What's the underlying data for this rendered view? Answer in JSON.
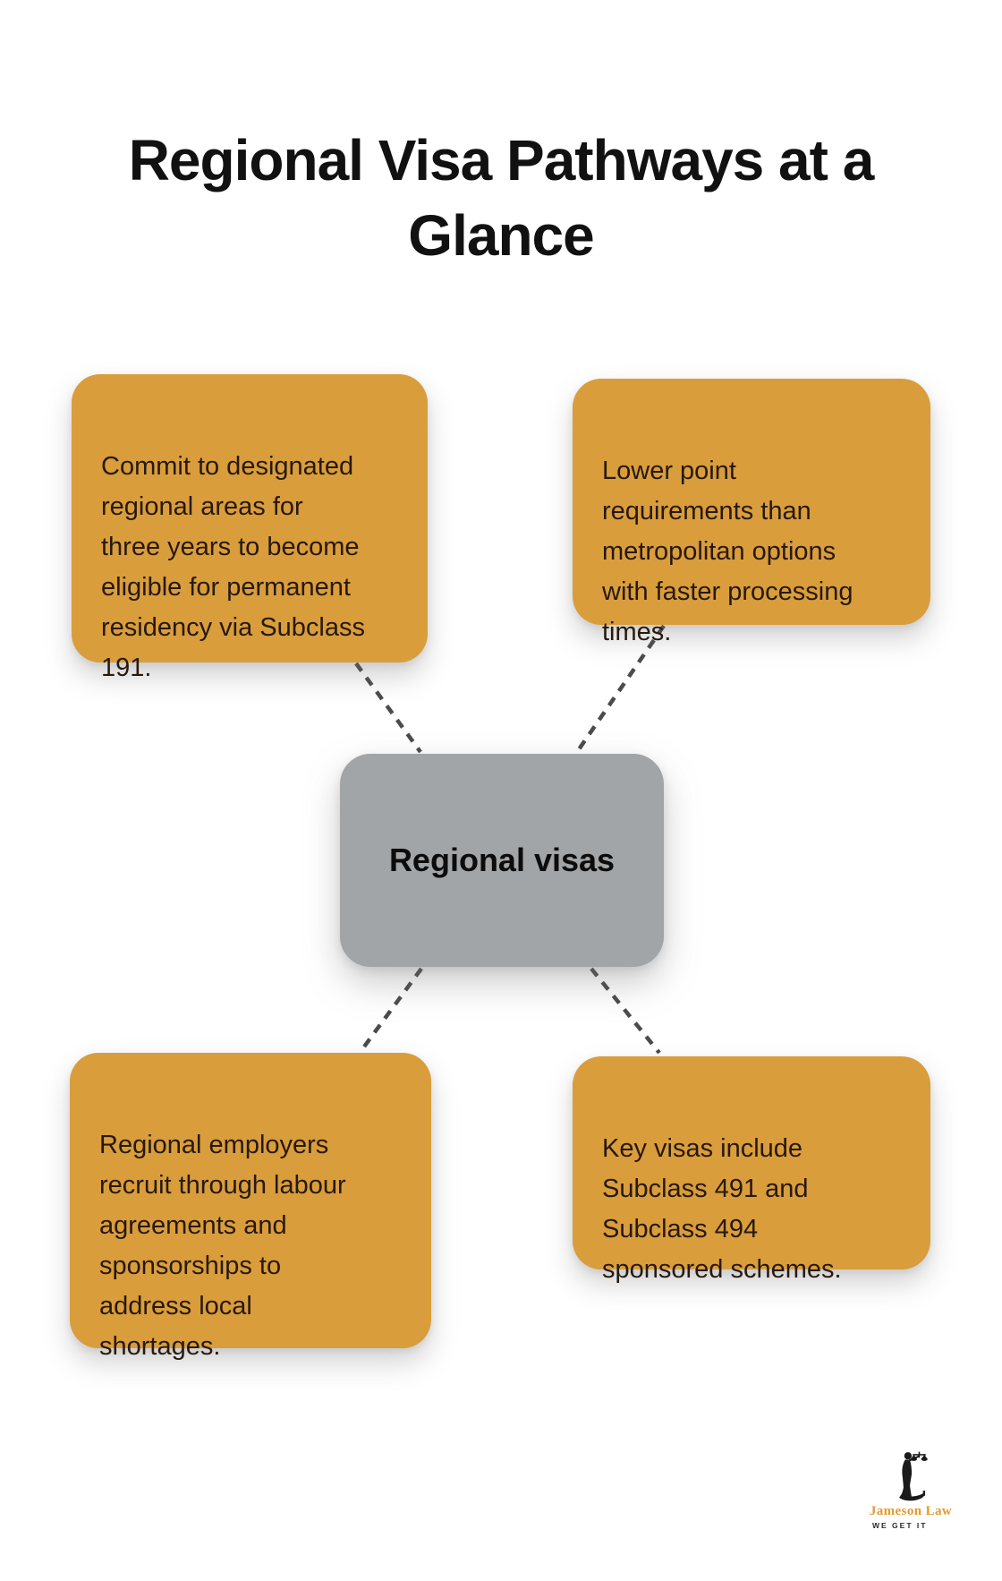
{
  "title": "Regional Visa Pathways at a\nGlance",
  "center_node": {
    "label": "Regional visas"
  },
  "nodes": {
    "top_left": {
      "text": "Commit to designated\nregional areas for\nthree years to become\neligible for permanent\nresidency via Subclass\n191."
    },
    "top_right": {
      "text": "Lower point\nrequirements than\nmetropolitan options\nwith faster processing\ntimes."
    },
    "bottom_left": {
      "text": "Regional employers\nrecruit through labour\nagreements and\nsponsorships to\naddress local\nshortages."
    },
    "bottom_right": {
      "text": "Key visas include\nSubclass 491 and\nSubclass 494\nsponsored schemes."
    }
  },
  "branding": {
    "name": "Jameson Law",
    "tagline": "WE GET IT",
    "logo_icon": "lady-justice-scales"
  },
  "colors": {
    "node_bg": "#D99D3C",
    "center_bg": "#A1A5A8",
    "connector": "#4B4B4B",
    "title_text": "#111111",
    "node_text": "#27190D",
    "brand_gold": "#E49A2B",
    "page_bg": "#FFFFFF"
  }
}
